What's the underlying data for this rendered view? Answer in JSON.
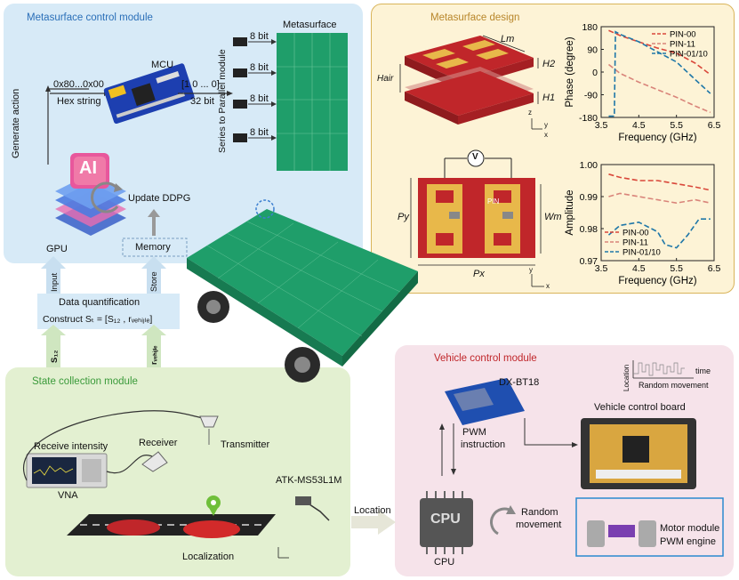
{
  "control_module": {
    "title": "Metasurface control module",
    "generate_action": "Generate action",
    "hex_value": "0x80...0x00",
    "hex_caption": "Hex string",
    "mcu": "MCU",
    "bits_vector": "[1 0 ... 0]",
    "bits_caption": "32 bit",
    "serial_label": "Series to Parallel module",
    "metasurface_title": "Metasurface",
    "bit_labels": [
      "8 bit",
      "8 bit",
      "8 bit",
      "8 bit"
    ],
    "ai_label": "AI",
    "update": "Update DDPG",
    "gpu": "GPU",
    "memory": "Memory"
  },
  "data_quant": {
    "title": "Data quantification",
    "formula": "Construct Sₜ = [S₁₂ , rᵥₑₕᵢⱼₗₑ]",
    "input": "Input",
    "store": "Store",
    "s12": "S₁₂",
    "rvehicle": "rᵥₑₕᵢⱼₗₑ"
  },
  "design": {
    "title": "Metasurface design",
    "labels": {
      "L": "Lm",
      "H2": "H2",
      "Hair": "Hair",
      "H1": "H1",
      "Py": "Py",
      "Px": "Px",
      "Wm": "Wm",
      "PIN": "PIN",
      "V": "V"
    },
    "axes_top": {
      "z": "z",
      "y": "y",
      "x": "x"
    },
    "axes_bottom": {
      "y": "y",
      "x": "x"
    }
  },
  "chart_data": [
    {
      "type": "line",
      "xlabel": "Frequency (GHz)",
      "ylabel": "Phase (degree)",
      "xlim": [
        3.5,
        6.5
      ],
      "ylim": [
        -180,
        180
      ],
      "xticks": [
        3.5,
        4.5,
        5.5,
        6.5
      ],
      "yticks": [
        -180,
        -90,
        0,
        90,
        180
      ],
      "legend": "top-right",
      "series": [
        {
          "name": "PIN-00",
          "color": "#d9473a",
          "x": [
            3.7,
            4.0,
            4.5,
            5.0,
            5.5,
            6.0,
            6.4
          ],
          "y": [
            165,
            145,
            120,
            95,
            75,
            35,
            -10
          ]
        },
        {
          "name": "PIN-11",
          "color": "#d9847a",
          "x": [
            3.7,
            4.0,
            4.5,
            5.0,
            5.5,
            6.0,
            6.4
          ],
          "y": [
            30,
            -5,
            -40,
            -70,
            -100,
            -135,
            -160
          ]
        },
        {
          "name": "PIN-01/10",
          "color": "#1f77a8",
          "x": [
            3.7,
            3.85,
            3.88,
            4.0,
            4.5,
            5.0,
            5.5,
            6.0,
            6.4
          ],
          "y": [
            -175,
            -175,
            160,
            150,
            120,
            80,
            40,
            -30,
            -85
          ]
        }
      ]
    },
    {
      "type": "line",
      "xlabel": "Frequency (GHz)",
      "ylabel": "Amplitude",
      "xlim": [
        3.5,
        6.5
      ],
      "ylim": [
        0.97,
        1.0
      ],
      "xticks": [
        3.5,
        4.5,
        5.5,
        6.5
      ],
      "yticks": [
        0.97,
        0.98,
        0.99,
        1.0
      ],
      "legend": "bottom-left",
      "series": [
        {
          "name": "PIN-00",
          "color": "#d9473a",
          "x": [
            3.7,
            4.0,
            4.5,
            5.0,
            5.5,
            6.0,
            6.4
          ],
          "y": [
            0.997,
            0.996,
            0.995,
            0.995,
            0.994,
            0.993,
            0.992
          ]
        },
        {
          "name": "PIN-11",
          "color": "#d9847a",
          "x": [
            3.7,
            4.0,
            4.5,
            5.0,
            5.5,
            6.0,
            6.4
          ],
          "y": [
            0.99,
            0.991,
            0.99,
            0.989,
            0.988,
            0.989,
            0.988
          ]
        },
        {
          "name": "PIN-01/10",
          "color": "#1f77a8",
          "x": [
            3.7,
            4.0,
            4.5,
            5.0,
            5.2,
            5.5,
            5.8,
            6.1,
            6.4
          ],
          "y": [
            0.978,
            0.981,
            0.982,
            0.979,
            0.975,
            0.974,
            0.978,
            0.983,
            0.983
          ]
        }
      ]
    }
  ],
  "vehicle_module": {
    "title": "Vehicle control module",
    "bt": "DX-BT18",
    "pwm_instruction_1": "PWM",
    "pwm_instruction_2": "instruction",
    "board": "Vehicle control board",
    "cpu_chip": "CPU",
    "cpu": "CPU",
    "random_1": "Random",
    "random_2": "movement",
    "motor": "Motor module",
    "pwm_engine": "PWM engine",
    "inset_location": "Location",
    "inset_time": "time",
    "inset_random": "Random movement"
  },
  "state_module": {
    "title": "State collection module",
    "receive": "Receive intensity",
    "receiver": "Receiver",
    "transmitter": "Transmitter",
    "vna": "VNA",
    "sensor": "ATK-MS53L1M",
    "localization": "Localization",
    "location_arrow": "Location"
  },
  "colors": {
    "control_bg": "#d7eaf7",
    "design_bg": "#fdf3d6",
    "design_border": "#d9b45a",
    "state_bg": "#e3f0d1",
    "vehicle_bg": "#f6e3ea",
    "metasurface_green": "#1f9e6a",
    "accent_blue": "#2a6fb8"
  }
}
